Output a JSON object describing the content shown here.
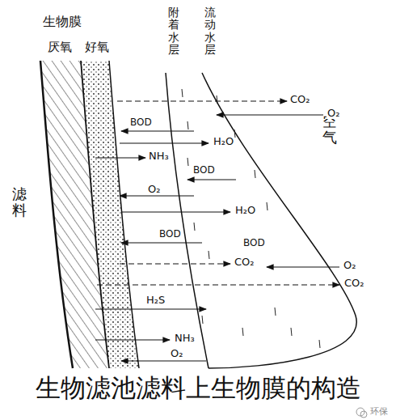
{
  "diagram": {
    "caption": "生物滤池滤料上生物膜的构造",
    "labels": [
      "生物膜",
      "厌氧",
      "好氧",
      "附着水层",
      "流动水层",
      "滤料",
      "空气",
      "CO₂",
      "O₂",
      "BOD",
      "H₂O",
      "NH₃",
      "BOD",
      "O₂",
      "H₂O",
      "BOD",
      "BOD",
      "CO₂",
      "O₂",
      "CO₂",
      "H₂S",
      "NH₃",
      "O₂",
      "环保"
    ]
  }
}
